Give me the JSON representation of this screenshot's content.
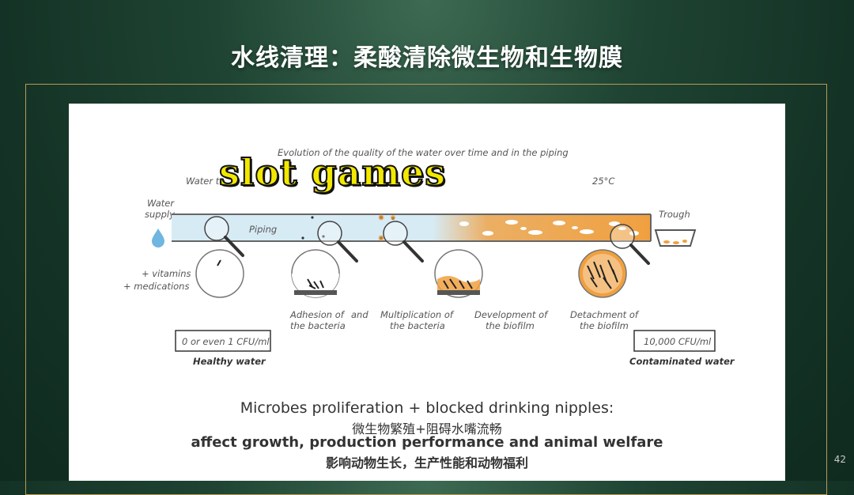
{
  "slide": {
    "title": "水线清理：柔酸清除微生物和生物膜",
    "page_number": "42"
  },
  "diagram": {
    "heading": "Evolution of the quality of the water over time and in the piping",
    "water_temp_label": "Water te",
    "temp_value": "25°C",
    "water_supply_line1": "Water",
    "water_supply_line2": "supply",
    "piping_label": "Piping",
    "trough_label": "Trough",
    "additives_line1": "+ vitamins",
    "additives_line2": "+ medications",
    "stages": [
      {
        "line1": "Adhesion of",
        "line2": "the bacteria"
      },
      {
        "line1": "and",
        "line2": ""
      },
      {
        "line1": "Multiplication of",
        "line2": "the bacteria"
      },
      {
        "line1": "Development of",
        "line2": "the biofilm"
      },
      {
        "line1": "Detachment of",
        "line2": "the biofilm"
      }
    ],
    "start_count": "0 or even 1 CFU/ml",
    "end_count": "10,000 CFU/ml",
    "healthy_label": "Healthy water",
    "contaminated_label": "Contaminated water",
    "overlay_text": "slot games",
    "colors": {
      "biofilm": "#f0a040",
      "pipe_water": "#d7ebf5",
      "drop": "#6fb6e0"
    }
  },
  "caption": {
    "line1_en": "Microbes proliferation + blocked drinking nipples:",
    "line1_cn": "微生物繁殖+阻碍水嘴流畅",
    "line2_en": "affect growth, production performance and animal welfare",
    "line2_cn": "影响动物生长，生产性能和动物福利"
  }
}
